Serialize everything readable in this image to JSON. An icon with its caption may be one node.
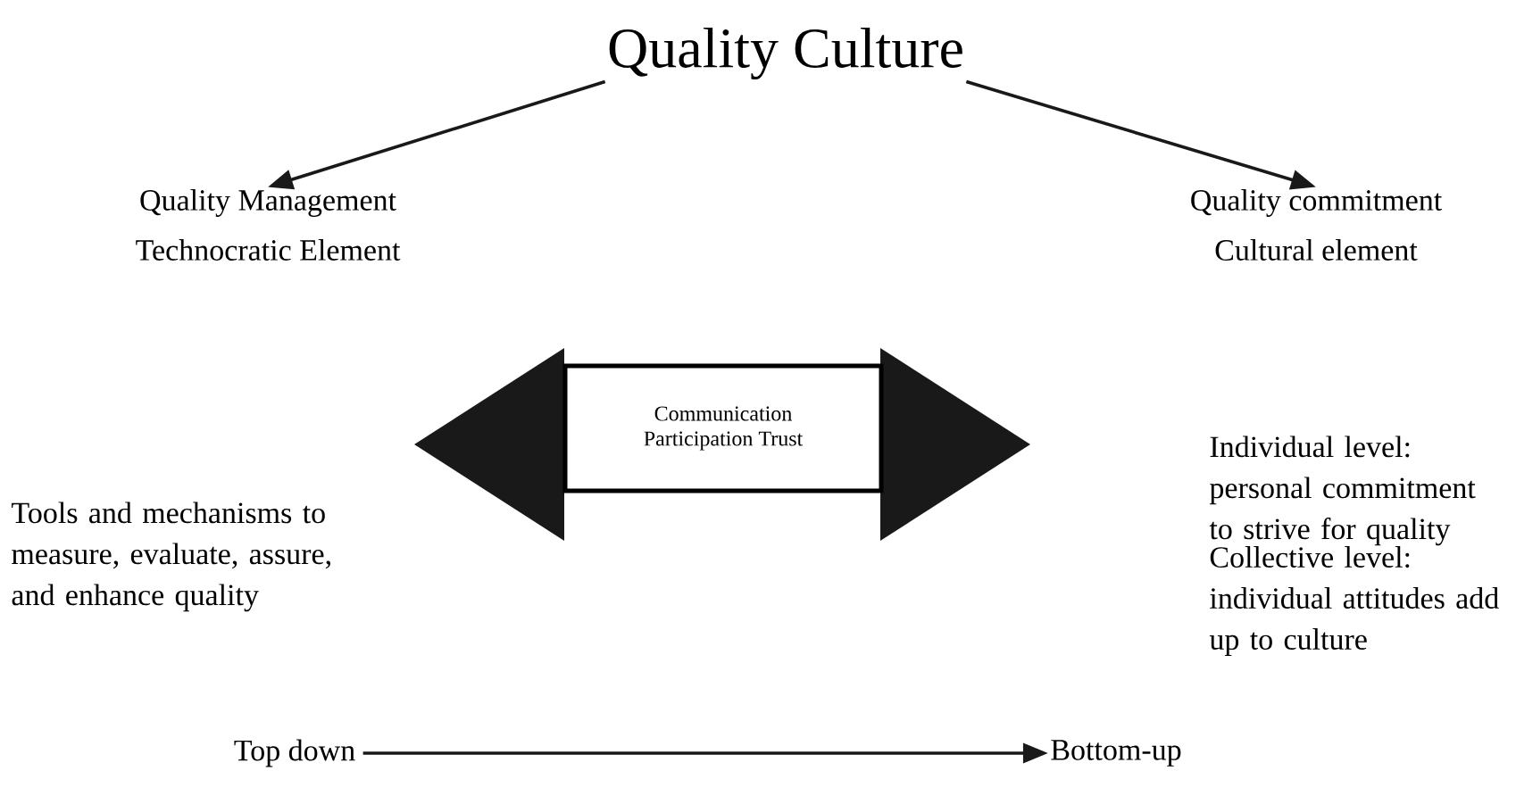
{
  "diagram": {
    "nodes": [
      {
        "text": [
          "Quality Culture"
        ]
      },
      {
        "text": [
          "Quality Management",
          "Technocratic Element"
        ]
      },
      {
        "text": [
          "Quality commitment",
          "Cultural element"
        ]
      },
      {
        "text": [
          "Communication Participation Trust"
        ]
      },
      {
        "text": [
          "Top down"
        ]
      },
      {
        "text": [
          "Bottom-up"
        ]
      }
    ],
    "edges": [
      {
        "from": 0,
        "to": 1,
        "arrow": "to"
      },
      {
        "from": 0,
        "to": 2,
        "arrow": "to"
      },
      {
        "from": 4,
        "to": 5,
        "arrow": "to"
      }
    ],
    "labels": [
      "Tools and mechanisms to measure, evaluate, assure, and enhance quality",
      "Individual level: personal commitment to strive for quality",
      "Collective level: individual attitudes add up to culture"
    ]
  }
}
